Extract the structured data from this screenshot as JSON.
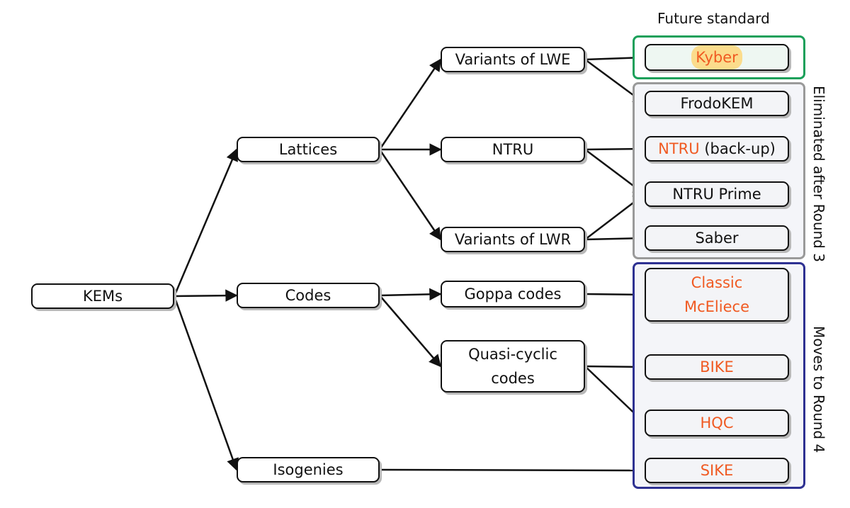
{
  "groups": {
    "future": "Future standard",
    "eliminated": "Eliminated after Round 3",
    "round4": "Moves to Round 4"
  },
  "nodes": {
    "kems": "KEMs",
    "lattices": "Lattices",
    "codes": "Codes",
    "isogenies": "Isogenies",
    "lwe": "Variants of LWE",
    "ntru": "NTRU",
    "lwr": "Variants of LWR",
    "goppa": "Goppa codes",
    "quasi_line1": "Quasi-cyclic",
    "quasi_line2": "codes",
    "kyber": "Kyber",
    "frodokem": "FrodoKEM",
    "ntru_backup_name": "NTRU",
    "ntru_backup_suffix": "(back-up)",
    "ntru_prime": "NTRU Prime",
    "saber": "Saber",
    "mceliece_line1": "Classic",
    "mceliece_line2": "McEliece",
    "bike": "BIKE",
    "hqc": "HQC",
    "sike": "SIKE"
  },
  "colors": {
    "future_border": "#1aa05a",
    "eliminated_border": "#9a9a9a",
    "round4_border": "#2e3192",
    "highlight_text": "#f05a22",
    "kyber_highlight": "#fbdc8c"
  }
}
